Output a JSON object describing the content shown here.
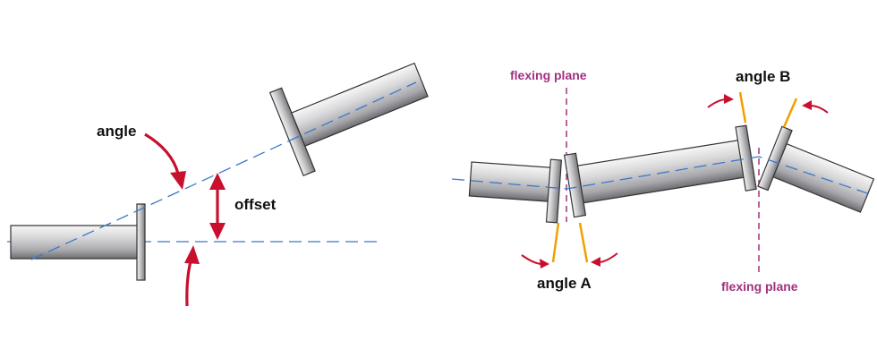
{
  "labels": {
    "angle": "angle",
    "offset": "offset",
    "angle_a": "angle A",
    "angle_b": "angle B",
    "flexing_plane_top": "flexing plane",
    "flexing_plane_bottom": "flexing plane"
  },
  "colors": {
    "shaft_light": "#f2f2f2",
    "shaft_mid": "#c4c4c6",
    "shaft_dark": "#6e6e72",
    "outline": "#333333",
    "centerline": "#3a78c8",
    "arrow": "#c8102e",
    "flex_plane": "#a0307f",
    "angle_marker": "#f0a000",
    "text": "#111111"
  }
}
